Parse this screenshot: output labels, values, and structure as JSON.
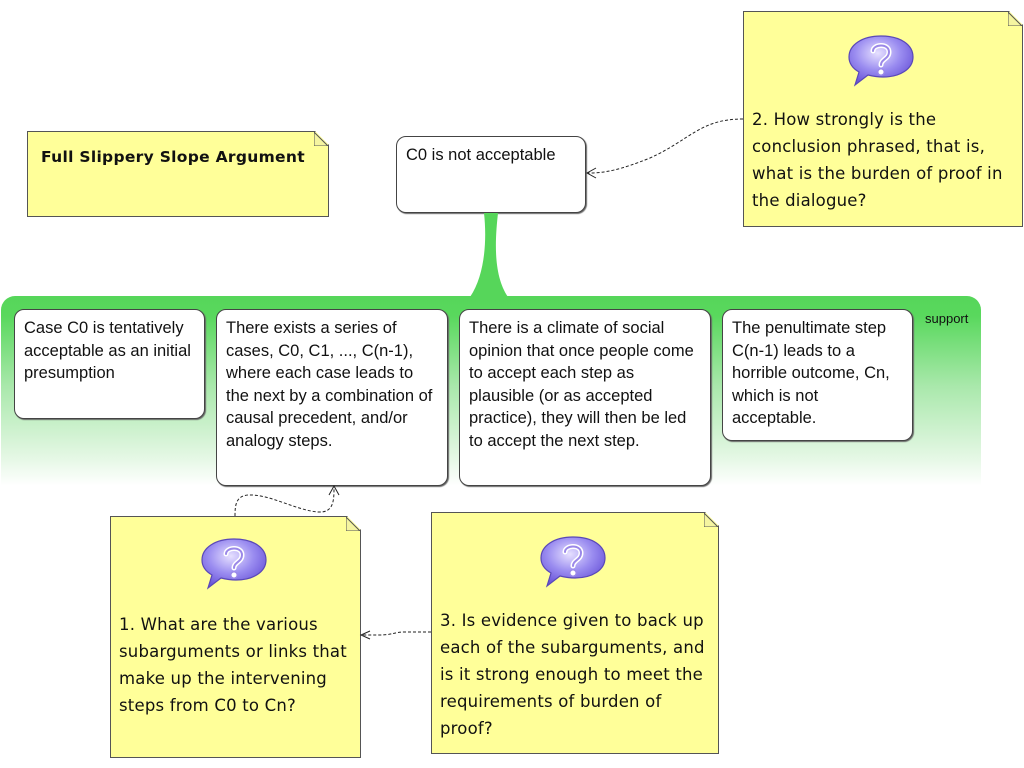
{
  "title_note": {
    "text": "Full Slippery Slope Argument"
  },
  "conclusion": {
    "text": "C0 is not acceptable"
  },
  "support_group": {
    "label": "support",
    "color": "#56d65a",
    "premises": [
      {
        "text": "Case C0 is tentatively acceptable as an initial presumption"
      },
      {
        "text": "There exists a series of cases, C0, C1, ..., C(n-1), where each case leads to the next by a combination of causal precedent, and/or analogy steps."
      },
      {
        "text": "There is a climate of social opinion that once people come to accept each step as plausible (or as accepted practice), they will then be led to accept the next step."
      },
      {
        "text": "The penultimate step C(n-1) leads to a horrible outcome, Cn, which is not acceptable."
      }
    ]
  },
  "critical_questions": [
    {
      "icon": "question-bubble-icon",
      "text": "1. What are the various subarguments or links that make up the intervening steps from C0 to Cn?"
    },
    {
      "icon": "question-bubble-icon",
      "text": "2. How strongly is the conclusion phrased, that is, what is the burden of proof in the dialogue?"
    },
    {
      "icon": "question-bubble-icon",
      "text": "3. Is evidence given to back up each of the subarguments, and is it strong enough to meet the requirements of burden of proof?"
    }
  ],
  "colors": {
    "note_fill": "#ffff99",
    "support_green": "#56d65a",
    "icon_purple": "#8f7ee8"
  }
}
